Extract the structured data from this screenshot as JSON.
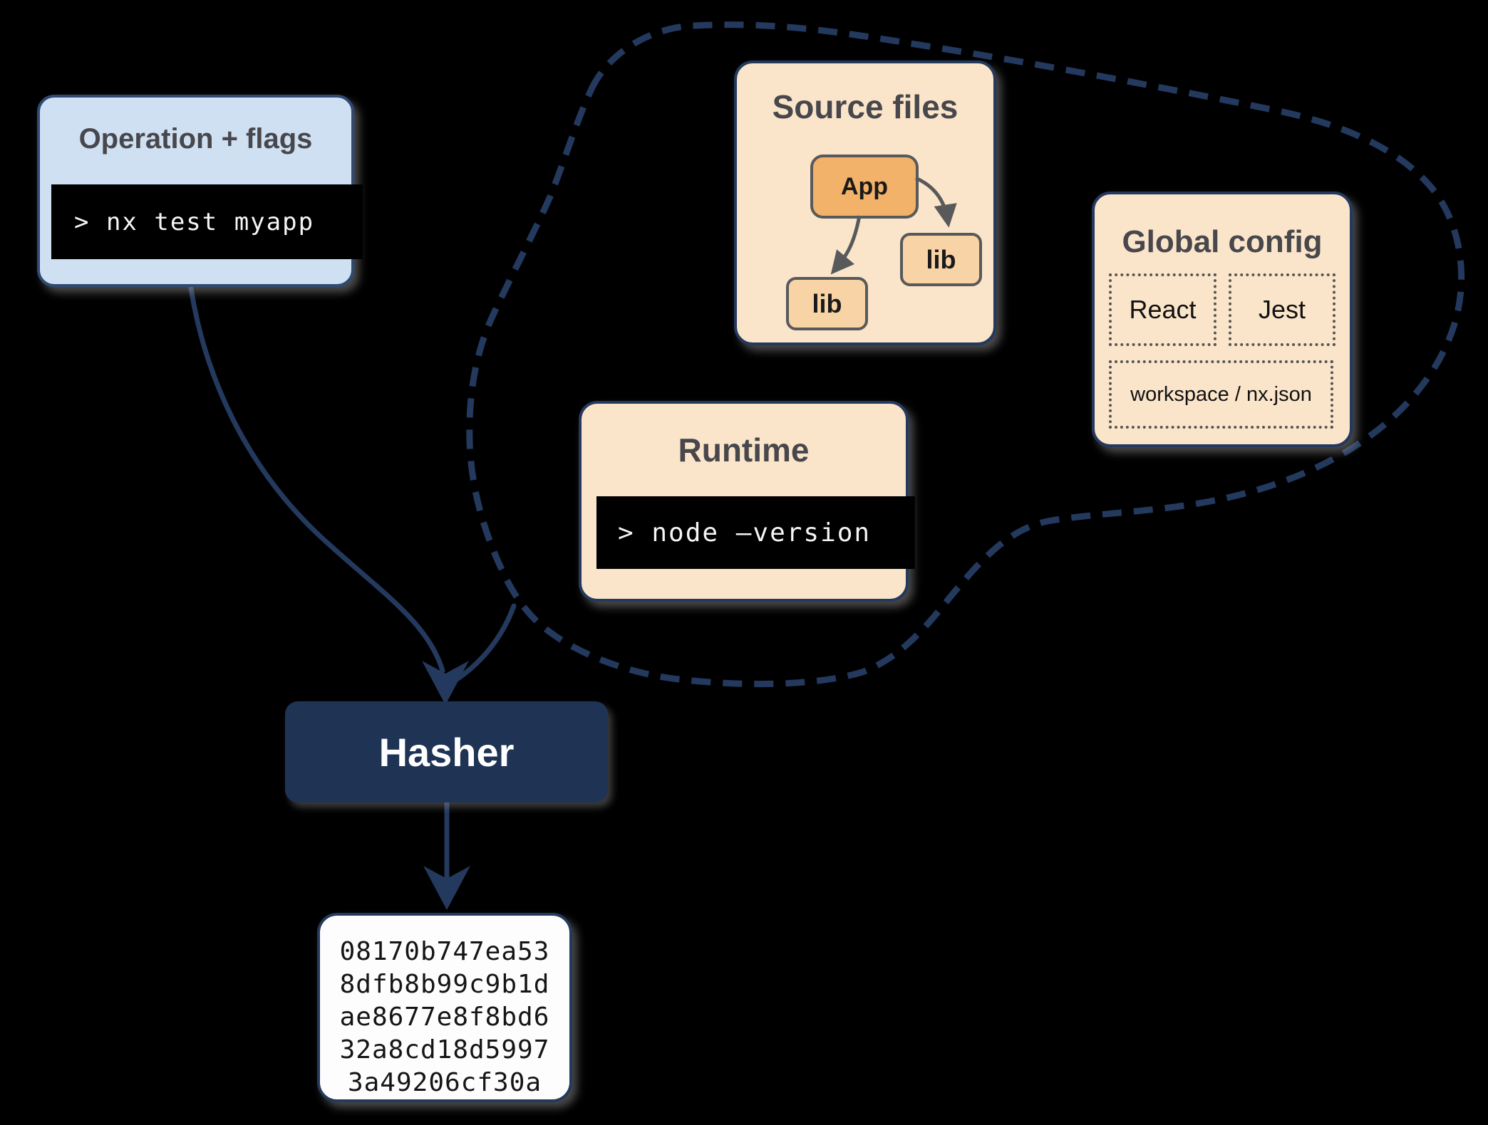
{
  "colors": {
    "navy_border": "#24395e",
    "navy_fill": "#1f3354",
    "blue_light": "#cfe0f3",
    "peach": "#fbe5ca",
    "orange_app": "#f3b269",
    "orange_lib": "#f8d3a6",
    "terminal_bg": "#000000",
    "terminal_text": "#f5f5f5",
    "title_text": "#47474c",
    "node_border": "#58595b"
  },
  "operation_flags": {
    "title": "Operation + flags",
    "command": "> nx test myapp"
  },
  "cloud": {
    "source_files": {
      "title": "Source files",
      "app_label": "App",
      "lib_right_label": "lib",
      "lib_left_label": "lib"
    },
    "runtime": {
      "title": "Runtime",
      "command": "> node –version"
    },
    "global_config": {
      "title": "Global config",
      "items": [
        "React",
        "Jest",
        "workspace / nx.json"
      ]
    }
  },
  "hasher": {
    "label": "Hasher"
  },
  "hash_output": {
    "lines": [
      "08170b747ea53",
      "8dfb8b99c9b1d",
      "ae8677e8f8bd6",
      "32a8cd18d5997",
      "3a49206cf30a"
    ]
  }
}
